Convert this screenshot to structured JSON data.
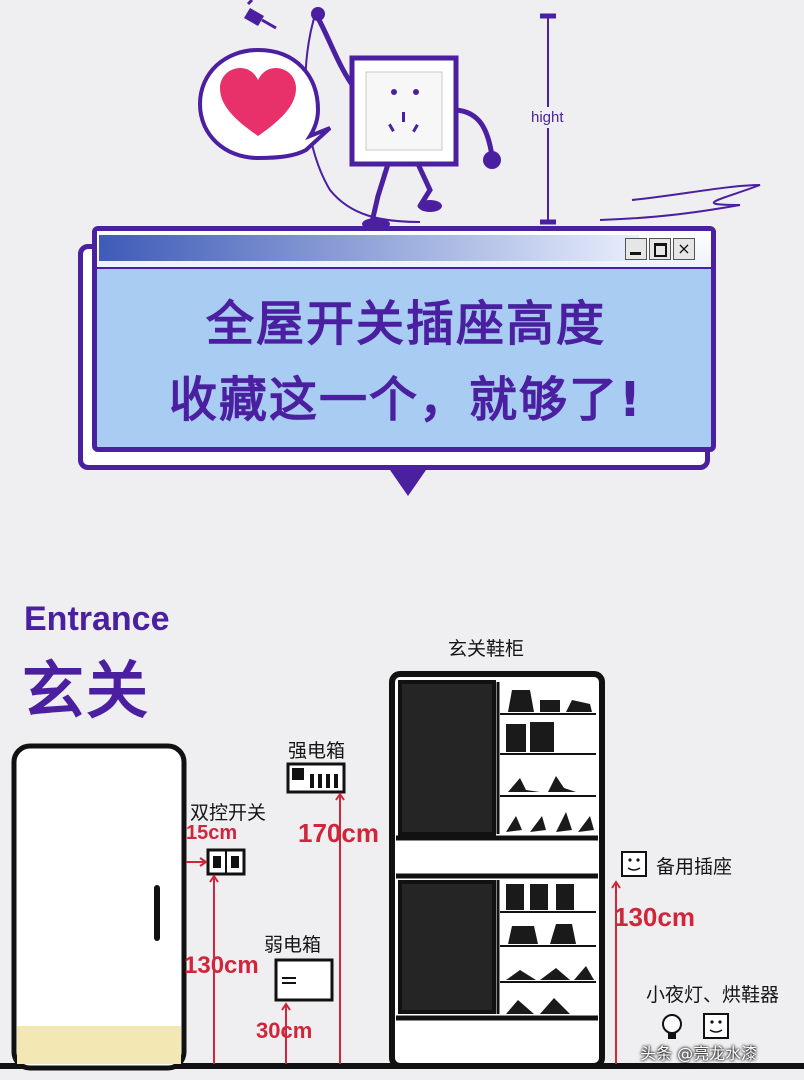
{
  "header": {
    "hight_label": "hight",
    "title_line1": "全屋开关插座高度",
    "title_line2": "收藏这一个，就够了!",
    "window_buttons": [
      "minimize-icon",
      "maximize-icon",
      "close-icon"
    ]
  },
  "section": {
    "entrance_en": "Entrance",
    "entrance_zh": "玄关"
  },
  "labels": {
    "shoe_cabinet": "玄关鞋柜",
    "strong_box": "强电箱",
    "strong_box_height": "170cm",
    "dual_switch": "双控开关",
    "dual_switch_offset": "15cm",
    "dual_switch_height": "130cm",
    "weak_box": "弱电箱",
    "weak_box_height": "30cm",
    "spare_socket": "备用插座",
    "spare_socket_height": "130cm",
    "night_light": "小夜灯、烘鞋器"
  },
  "watermark": "头条 @亮龙水漆",
  "colors": {
    "purple": "#4a1fa0",
    "window_blue": "#a9ccf3",
    "red_dimension": "#d0263b",
    "heart": "#e8306a",
    "background": "#efeef1"
  }
}
